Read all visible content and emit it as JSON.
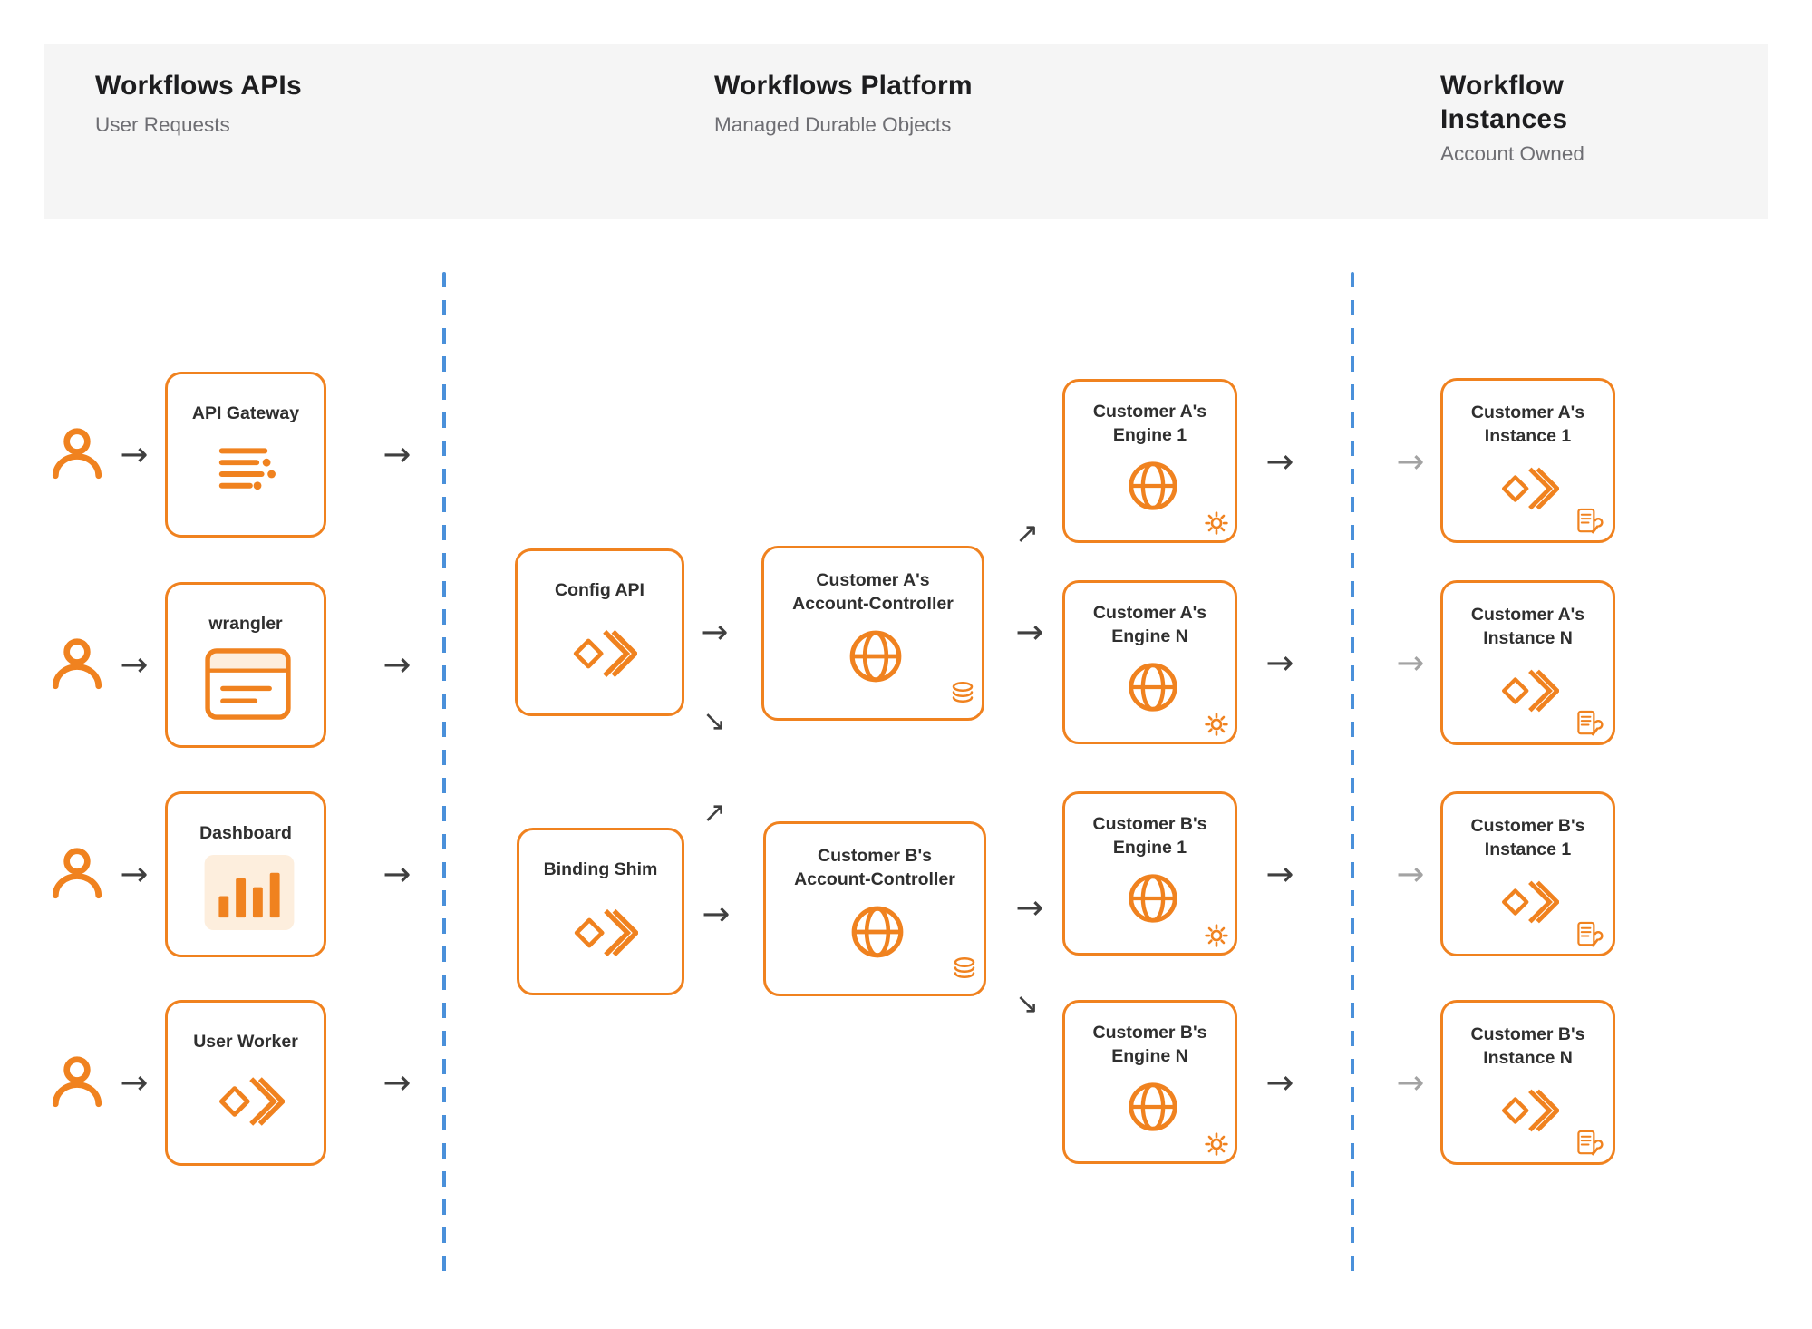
{
  "header": {
    "columns": [
      {
        "title": "Workflows APIs",
        "subtitle": "User Requests"
      },
      {
        "title": "Workflows Platform",
        "subtitle": "Managed Durable Objects"
      },
      {
        "title": "Workflow Instances",
        "subtitle": "Account Owned"
      }
    ]
  },
  "glyphs": {
    "arrow_right": "→",
    "arrow_up_right": "↗",
    "arrow_down_right": "↘"
  },
  "sources": [
    {
      "label": "API Gateway",
      "icon": "api-list-icon"
    },
    {
      "label": "wrangler",
      "icon": "terminal-window-icon"
    },
    {
      "label": "Dashboard",
      "icon": "bar-chart-icon"
    },
    {
      "label": "User Worker",
      "icon": "workers-logo-icon"
    }
  ],
  "platform": {
    "config_api": {
      "label": "Config API",
      "icon": "workers-logo-icon"
    },
    "binding_shim": {
      "label": "Binding Shim",
      "icon": "workers-logo-icon"
    },
    "controllers": [
      {
        "line1": "Customer A's",
        "line2": "Account-Controller",
        "icons": [
          "globe-icon",
          "database-icon"
        ]
      },
      {
        "line1": "Customer B's",
        "line2": "Account-Controller",
        "icons": [
          "globe-icon",
          "database-icon"
        ]
      }
    ],
    "engines": [
      {
        "line1": "Customer A's",
        "line2": "Engine 1",
        "icons": [
          "globe-icon",
          "gear-icon"
        ]
      },
      {
        "line1": "Customer A's",
        "line2": "Engine N",
        "icons": [
          "globe-icon",
          "gear-icon"
        ]
      },
      {
        "line1": "Customer B's",
        "line2": "Engine 1",
        "icons": [
          "globe-icon",
          "gear-icon"
        ]
      },
      {
        "line1": "Customer B's",
        "line2": "Engine N",
        "icons": [
          "globe-icon",
          "gear-icon"
        ]
      }
    ]
  },
  "instances": [
    {
      "line1": "Customer A's",
      "line2": "Instance 1",
      "icons": [
        "workers-logo-icon",
        "doc-wrench-icon"
      ]
    },
    {
      "line1": "Customer A's",
      "line2": "Instance N",
      "icons": [
        "workers-logo-icon",
        "doc-wrench-icon"
      ]
    },
    {
      "line1": "Customer B's",
      "line2": "Instance 1",
      "icons": [
        "workers-logo-icon",
        "doc-wrench-icon"
      ]
    },
    {
      "line1": "Customer B's",
      "line2": "Instance N",
      "icons": [
        "workers-logo-icon",
        "doc-wrench-icon"
      ]
    }
  ],
  "colors": {
    "accent_orange": "#f0821f",
    "accent_orange_light": "#fdeedd",
    "divider_blue": "#4a90da",
    "header_bg": "#f5f5f5",
    "title_text": "#1d1d1f",
    "subtitle_text": "#6e6e73",
    "label_text": "#2f2f2f",
    "arrow_dark": "#3f3f3f",
    "arrow_gray": "#a3a3a3"
  }
}
